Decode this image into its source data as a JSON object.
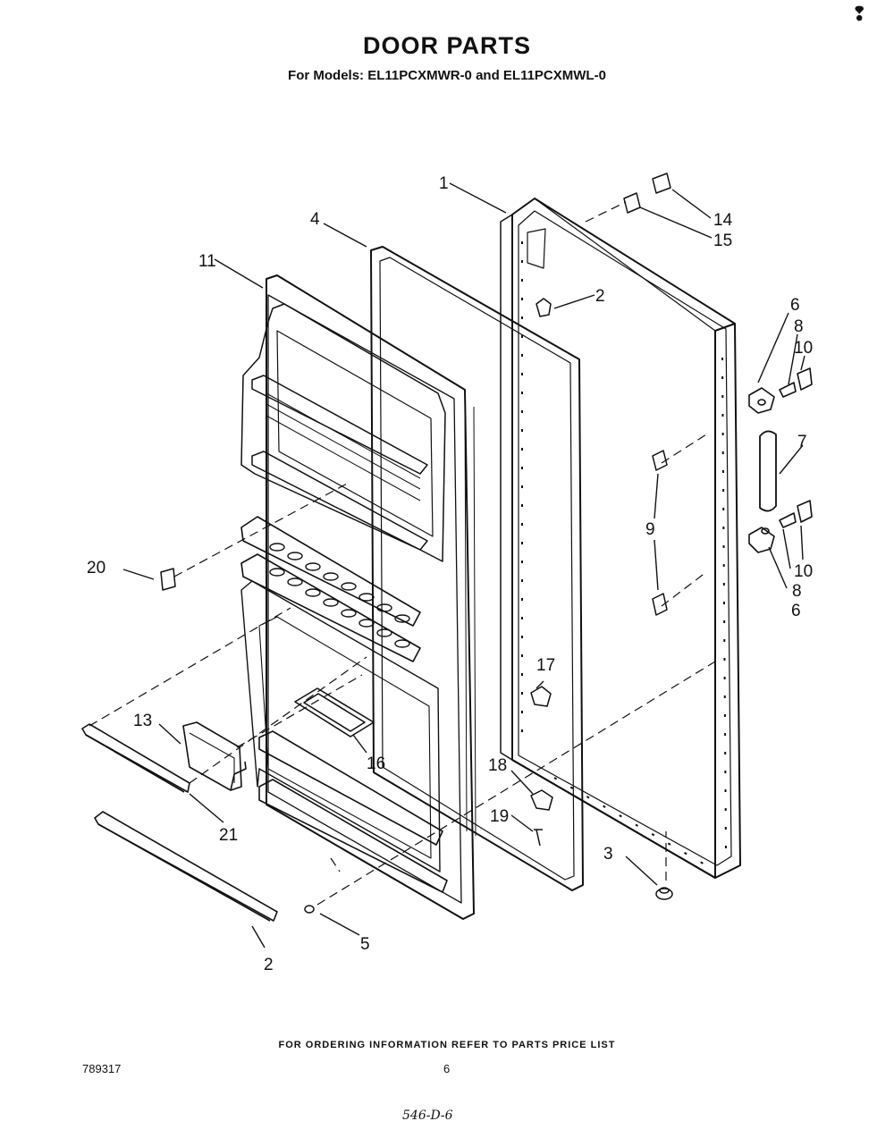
{
  "header": {
    "title": "DOOR PARTS",
    "subtitle": "For Models: EL11PCXMWR-0 and EL11PCXMWL-0"
  },
  "footer": {
    "ordering_note": "FOR ORDERING INFORMATION REFER TO PARTS PRICE LIST",
    "doc_number": "789317",
    "page_number": "6",
    "handwritten_note": "546-D-6",
    "corner_mark": "❢"
  },
  "callouts": {
    "c1": "1",
    "c2a": "2",
    "c2b": "2",
    "c3": "3",
    "c4": "4",
    "c5": "5",
    "c6a": "6",
    "c6b": "6",
    "c7": "7",
    "c8a": "8",
    "c8b": "8",
    "c9": "9",
    "c10a": "10",
    "c10b": "10",
    "c11": "11",
    "c13": "13",
    "c14": "14",
    "c15": "15",
    "c16": "16",
    "c17": "17",
    "c18": "18",
    "c19": "19",
    "c20": "20",
    "c21": "21"
  },
  "colors": {
    "ink": "#111111",
    "paper": "#ffffff"
  }
}
